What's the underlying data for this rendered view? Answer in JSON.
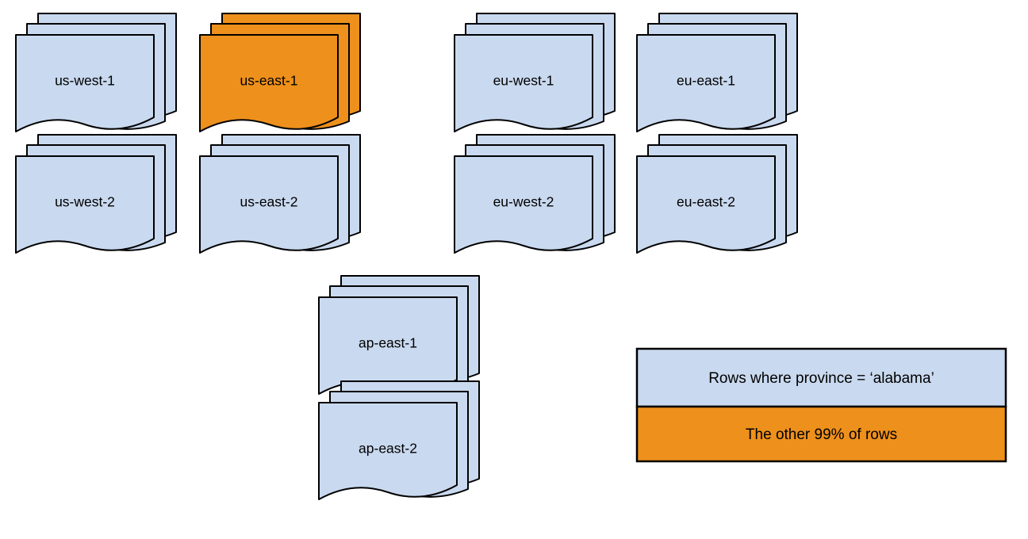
{
  "diagram": {
    "title": "",
    "colors": {
      "highlight_blue": "#c9d9ef",
      "highlight_orange": "#ed901c",
      "stroke": "#000000",
      "background": "#ffffff"
    },
    "stacks": [
      {
        "label": "us-west-1",
        "color_key": "highlight_blue",
        "column": "us-west",
        "row": 1
      },
      {
        "label": "us-east-1",
        "color_key": "highlight_orange",
        "column": "us-east",
        "row": 1
      },
      {
        "label": "eu-west-1",
        "color_key": "highlight_blue",
        "column": "eu-west",
        "row": 1
      },
      {
        "label": "eu-east-1",
        "color_key": "highlight_blue",
        "column": "eu-east",
        "row": 1
      },
      {
        "label": "us-west-2",
        "color_key": "highlight_blue",
        "column": "us-west",
        "row": 2
      },
      {
        "label": "us-east-2",
        "color_key": "highlight_blue",
        "column": "us-east",
        "row": 2
      },
      {
        "label": "eu-west-2",
        "color_key": "highlight_blue",
        "column": "eu-west",
        "row": 2
      },
      {
        "label": "eu-east-2",
        "color_key": "highlight_blue",
        "column": "eu-east",
        "row": 2
      },
      {
        "label": "ap-east-1",
        "color_key": "highlight_blue",
        "column": "ap-east",
        "row": 3
      },
      {
        "label": "ap-east-2",
        "color_key": "highlight_blue",
        "column": "ap-east",
        "row": 4
      }
    ],
    "legend": {
      "rows": [
        {
          "label": "Rows where province = ‘alabama’",
          "color_key": "highlight_blue"
        },
        {
          "label": "The other 99% of rows",
          "color_key": "highlight_orange"
        }
      ]
    }
  }
}
